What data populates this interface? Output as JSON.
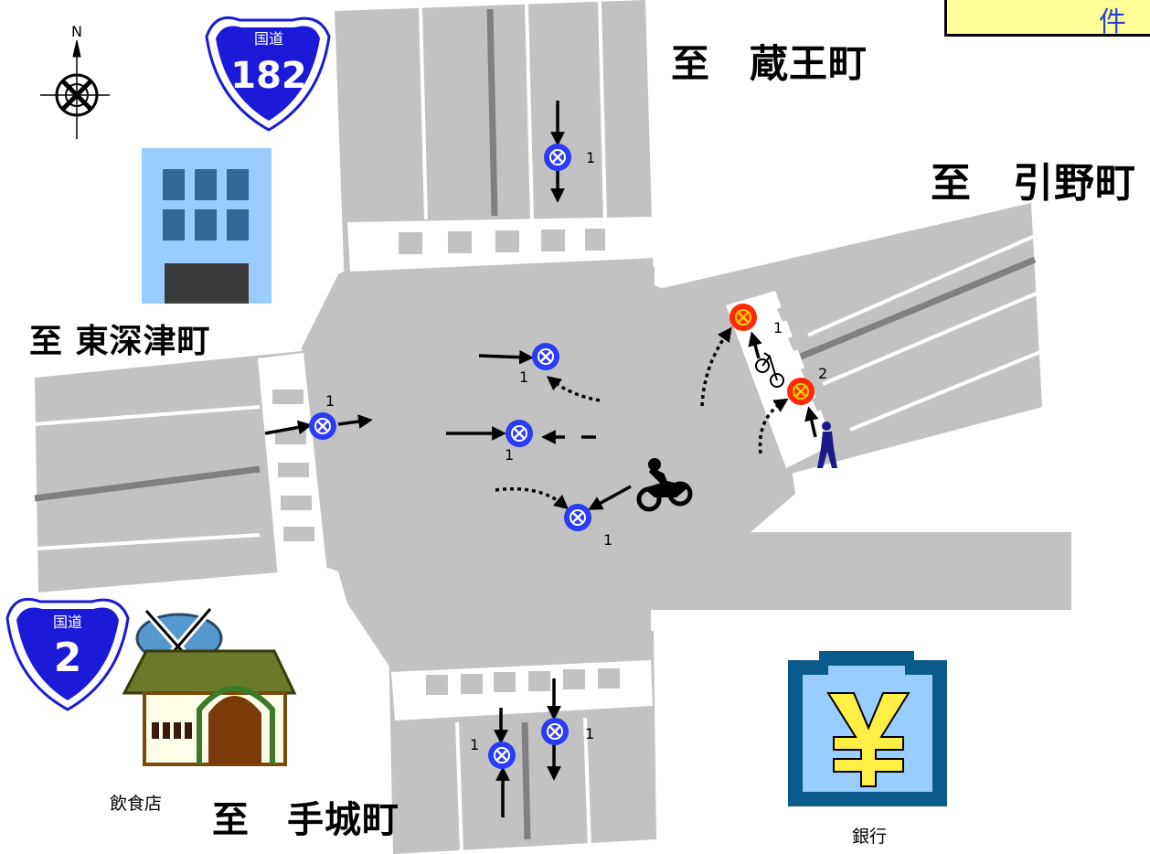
{
  "title_fragment": "件",
  "directions": {
    "north": "至　蔵王町",
    "east": "至　引野町",
    "west": "至 東深津町",
    "south": "至　手城町"
  },
  "route_signs": {
    "route_182": {
      "prefix": "国道",
      "number": "182"
    },
    "route_2": {
      "prefix": "国道",
      "number": "2"
    }
  },
  "compass": {
    "label": "N"
  },
  "landmarks": {
    "restaurant": "飲食店",
    "bank": "銀行"
  },
  "markers": [
    {
      "id": "north-lane-marker",
      "number": "1",
      "color": "blue"
    },
    {
      "id": "center-top-marker",
      "number": "1",
      "color": "blue"
    },
    {
      "id": "west-crossing-marker",
      "number": "1",
      "color": "blue"
    },
    {
      "id": "center-middle-marker",
      "number": "1",
      "color": "blue"
    },
    {
      "id": "center-lower-marker",
      "number": "1",
      "color": "blue"
    },
    {
      "id": "south-left-marker",
      "number": "1",
      "color": "blue"
    },
    {
      "id": "south-right-marker",
      "number": "1",
      "color": "blue"
    },
    {
      "id": "east-crossing-top-marker",
      "number": "1",
      "color": "red"
    },
    {
      "id": "east-crossing-bottom-marker",
      "number": "2",
      "color": "red"
    }
  ],
  "colors": {
    "road": "#c2c2c2",
    "center_line": "#808080",
    "marker_blue": "#2a3cf5",
    "marker_red": "#ff2a00",
    "marker_red_cross": "#ffcc00",
    "title_fill": "#ffff99",
    "title_text": "#2a3fd0",
    "route_sign": "#1a1ad8",
    "bank_sign": "#0a5a8c"
  }
}
